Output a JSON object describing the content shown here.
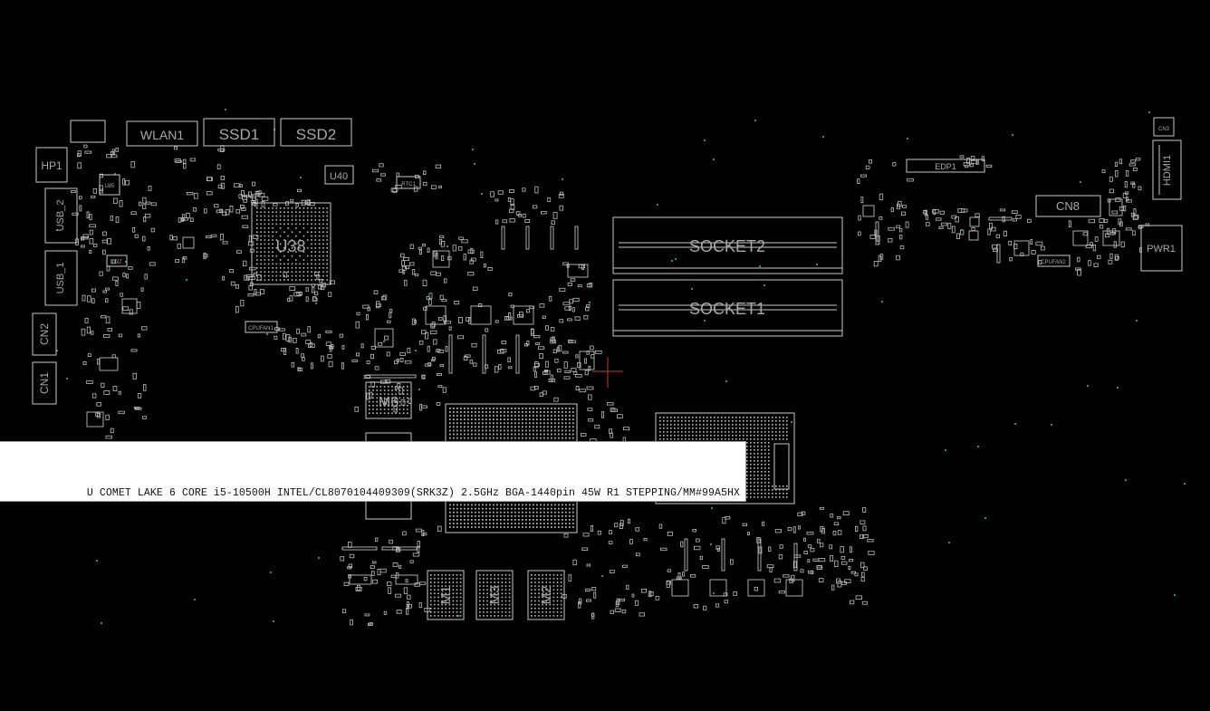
{
  "colors": {
    "background": "#000000",
    "outline": "#c8c8c8",
    "label": "#a8a8a8",
    "pad": "#bdbdbd",
    "test_point": "#1f9a86",
    "cursor": "#c0392b",
    "tooltip_bg": "#ffffff",
    "tooltip_text": "#111111"
  },
  "components": {
    "wlan1": "WLAN1",
    "ssd1": "SSD1",
    "ssd2": "SSD2",
    "hp1": "HP1",
    "usb_2": "USB_2",
    "usb_1": "USB_1",
    "cn2": "CN2",
    "cn1": "CN1",
    "u40": "U40",
    "rtc1": "RTC1",
    "u38": "U38",
    "m6": "M6",
    "m1": "M1",
    "m3": "M3",
    "m2": "M2",
    "socket2": "SOCKET2",
    "socket1": "SOCKET1",
    "edp1": "EDP1",
    "cn8": "CN8",
    "hdmi1": "HDMI1",
    "cn3": "CN3",
    "pwr1": "PWR1",
    "cpufan1": "CPUFAN1",
    "cpufan2": "CPUFAN2",
    "u37": "U37",
    "u85": "U85"
  },
  "tooltip": {
    "text": "U COMET LAKE 6 CORE i5-10500H INTEL/CL8070104409309(SRK3Z) 2.5GHz BGA-1440pin 45W R1 STEPPING/MM#99A5HX"
  }
}
